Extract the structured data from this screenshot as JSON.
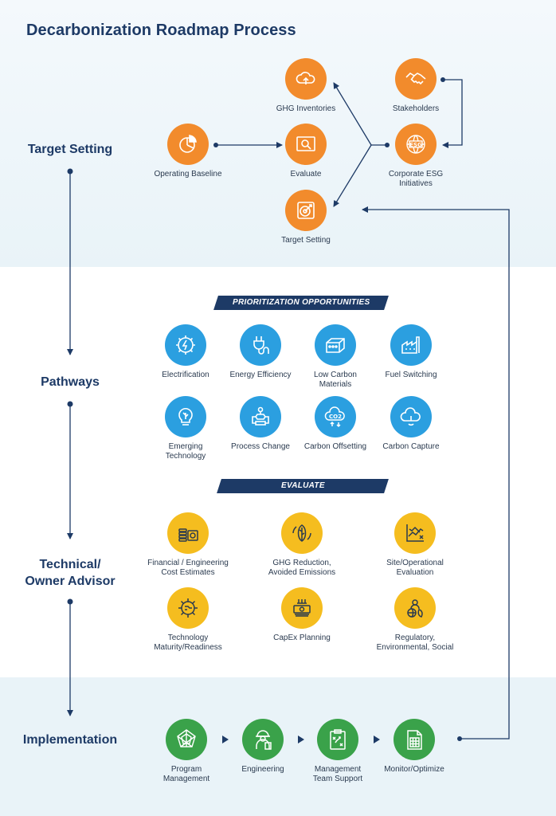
{
  "title": "Decarbonization Roadmap Process",
  "stages": [
    "Target Setting",
    "Pathways",
    "Technical/\nOwner Advisor",
    "Implementation"
  ],
  "target_setting": {
    "nodes": [
      {
        "label": "GHG Inventories",
        "icon": "cloud-upload-icon"
      },
      {
        "label": "Stakeholders",
        "icon": "handshake-icon"
      },
      {
        "label": "Operating Baseline",
        "icon": "pie-chart-icon"
      },
      {
        "label": "Evaluate",
        "icon": "magnify-document-icon"
      },
      {
        "label": "Corporate ESG\nInitiatives",
        "icon": "esg-globe-icon"
      },
      {
        "label": "Target Setting",
        "icon": "target-icon"
      }
    ]
  },
  "pathways": {
    "banner": "PRIORITIZATION OPPORTUNITIES",
    "items": [
      {
        "label": "Electrification",
        "icon": "gear-bolt-icon"
      },
      {
        "label": "Energy Efficiency",
        "icon": "plug-icon"
      },
      {
        "label": "Low Carbon\nMaterials",
        "icon": "materials-block-icon"
      },
      {
        "label": "Fuel Switching",
        "icon": "factory-icon"
      },
      {
        "label": "Emerging\nTechnology",
        "icon": "lightbulb-leaf-icon"
      },
      {
        "label": "Process Change",
        "icon": "flowchart-icon"
      },
      {
        "label": "Carbon Offsetting",
        "icon": "co2-icon"
      },
      {
        "label": "Carbon Capture",
        "icon": "cloud-capture-icon"
      }
    ]
  },
  "evaluate": {
    "banner": "EVALUATE",
    "items": [
      {
        "label": "Financial / Engineering\nCost Estimates",
        "icon": "coins-icon"
      },
      {
        "label": "GHG Reduction,\nAvoided Emissions",
        "icon": "leaf-cycle-icon"
      },
      {
        "label": "Site/Operational\nEvaluation",
        "icon": "trend-chart-icon"
      },
      {
        "label": "Technology\nMaturity/Readiness",
        "icon": "gear-circuit-icon"
      },
      {
        "label": "CapEx Planning",
        "icon": "money-stack-icon"
      },
      {
        "label": "Regulatory,\nEnvironmental, Social",
        "icon": "people-globe-icon"
      }
    ]
  },
  "implementation": {
    "items": [
      {
        "label": "Program\nManagement",
        "icon": "radar-icon"
      },
      {
        "label": "Engineering",
        "icon": "engineer-icon"
      },
      {
        "label": "Management\nTeam Support",
        "icon": "clipboard-strategy-icon"
      },
      {
        "label": "Monitor/Optimize",
        "icon": "calculator-doc-icon"
      }
    ]
  },
  "colors": {
    "navy": "#1d3a66",
    "orange": "#f28b2c",
    "blue": "#2b9fe0",
    "yellow": "#f5bd1f",
    "green": "#3aa24a",
    "band_light": "#e9f3f8"
  }
}
